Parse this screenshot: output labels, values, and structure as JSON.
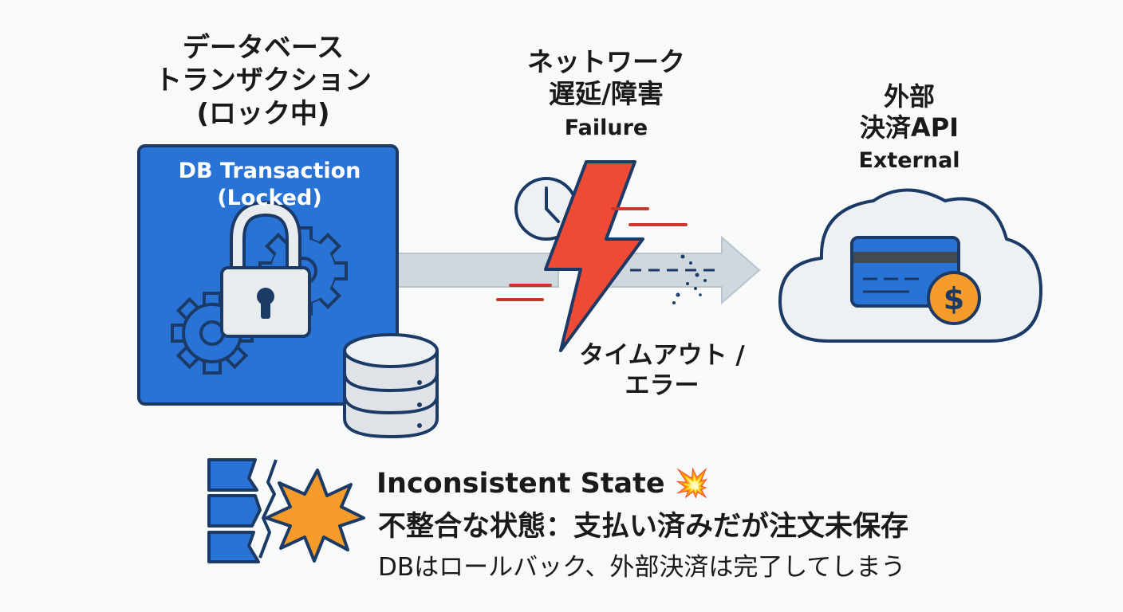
{
  "db": {
    "title_line1": "データベース",
    "title_line2": "トランザクション",
    "title_line3": "(ロック中)",
    "box_line1": "DB Transaction",
    "box_line2": "(Locked)"
  },
  "network": {
    "title_line1": "ネットワーク",
    "title_line2": "遅延/障害",
    "title_en": "Failure",
    "timeout_line1": "タイムアウト /",
    "timeout_line2": "エラー"
  },
  "api": {
    "title_line1": "外部",
    "title_line2": "決済API",
    "title_en": "External"
  },
  "state": {
    "title": "Inconsistent State 💥",
    "subtitle": "不整合な状態：支払い済みだが注文未保存",
    "description": "DBはロールバック、外部決済は完了してしまう"
  },
  "icons": {
    "lock": "padlock-icon",
    "gears": "gear-icon",
    "database": "database-icon",
    "clock": "clock-icon",
    "lightning": "lightning-bolt-icon",
    "cloud": "cloud-icon",
    "card": "credit-card-icon",
    "coin": "dollar-coin-icon",
    "broken_stack": "broken-database-icon",
    "burst": "explosion-icon"
  },
  "colors": {
    "primary_blue": "#2a73d6",
    "dark_navy": "#1b3a66",
    "failure_red": "#ee4a36",
    "coin_orange": "#f59b2a",
    "arrow_gray": "#cfd7df"
  }
}
